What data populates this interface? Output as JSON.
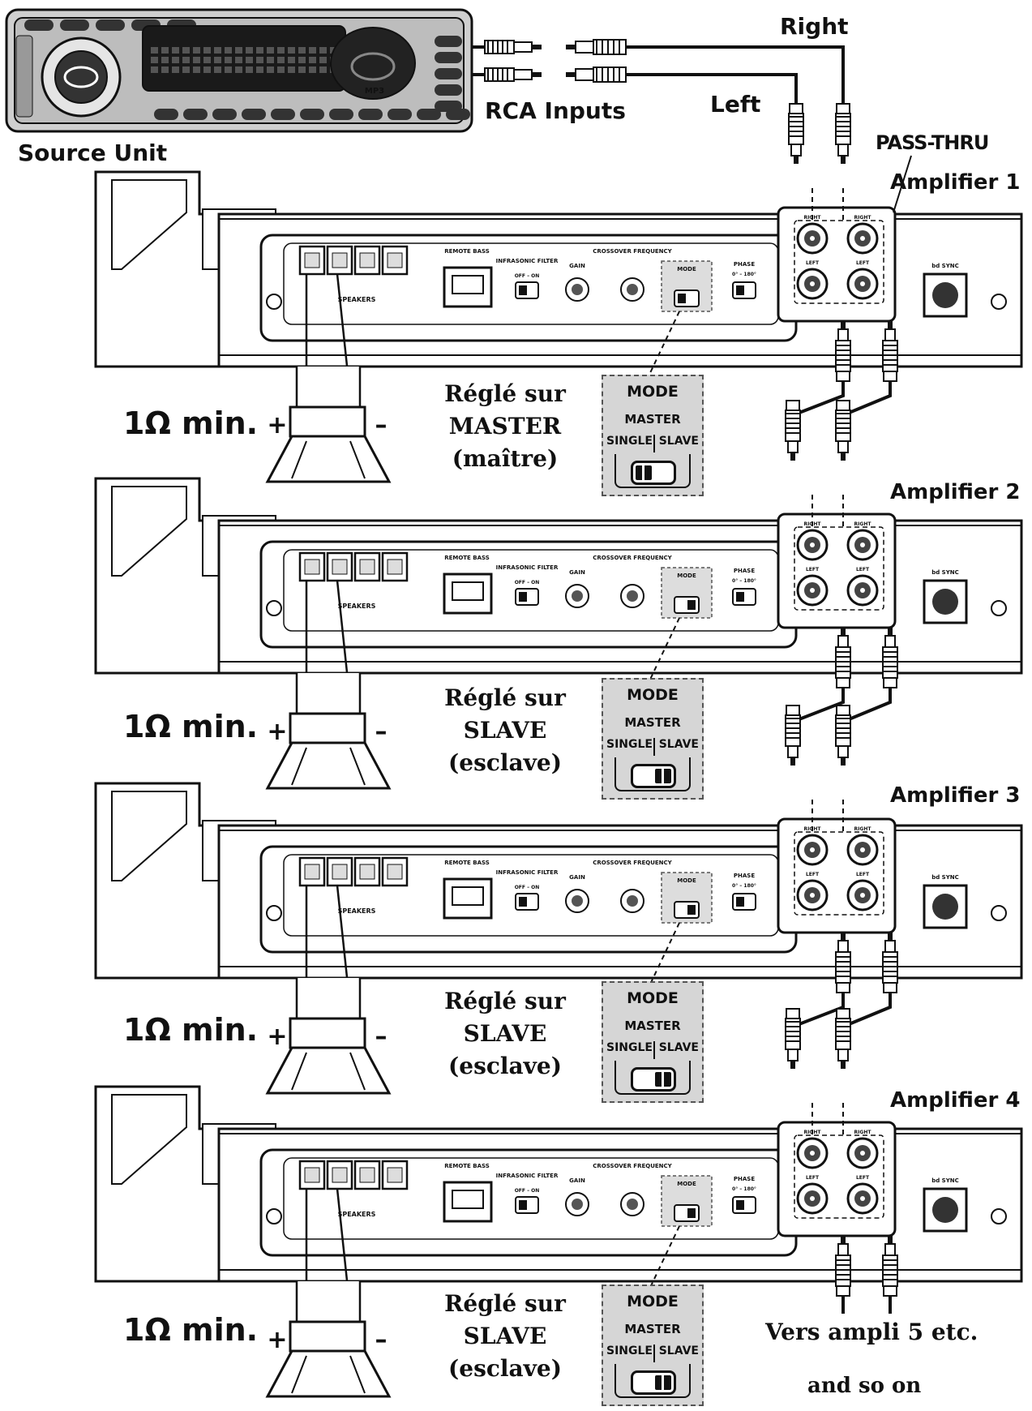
{
  "source_unit": {
    "label": "Source Unit",
    "display_text": "MP3"
  },
  "inputs": {
    "rca_label": "RCA Inputs",
    "right_label": "Right",
    "left_label": "Left",
    "pass_thru_label": "PASS-THRU"
  },
  "amplifiers": [
    {
      "title": "Amplifier 1",
      "setting_line1": "Réglé sur",
      "setting_line2": "MASTER",
      "setting_line3": "(maître)",
      "switch_position": "master"
    },
    {
      "title": "Amplifier 2",
      "setting_line1": "Réglé sur",
      "setting_line2": "SLAVE",
      "setting_line3": "(esclave)",
      "switch_position": "slave"
    },
    {
      "title": "Amplifier 3",
      "setting_line1": "Réglé sur",
      "setting_line2": "SLAVE",
      "setting_line3": "(esclave)",
      "switch_position": "slave"
    },
    {
      "title": "Amplifier 4",
      "setting_line1": "Réglé sur",
      "setting_line2": "SLAVE",
      "setting_line3": "(esclave)",
      "switch_position": "slave"
    }
  ],
  "speaker": {
    "impedance": "1Ω min.",
    "plus": "+",
    "minus": "–"
  },
  "mode_box": {
    "title": "MODE",
    "master": "MASTER",
    "single": "SINGLE",
    "slave": "SLAVE"
  },
  "panel": {
    "speakers": "SPEAKERS",
    "remote_bass": "REMOTE BASS",
    "infrasonic_filter": "INFRASONIC FILTER",
    "infrasonic_range": "OFF – ON",
    "gain": "GAIN",
    "crossover": "CROSSOVER FREQUENCY",
    "phase": "PHASE",
    "phase_range": "0° – 180°",
    "mode": "MODE",
    "right": "RIGHT",
    "left": "LEFT",
    "bd_sync": "bd SYNC"
  },
  "footer": {
    "line1": "Vers ampli 5 etc.",
    "line2": "and so on"
  }
}
